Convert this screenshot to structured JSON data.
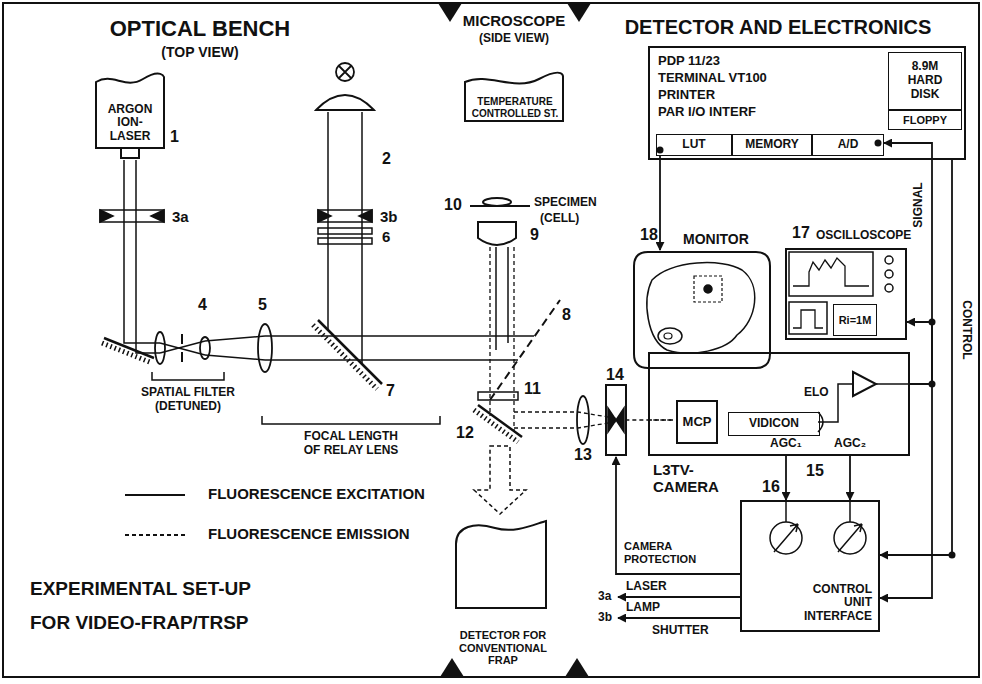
{
  "diagram": {
    "title": "EXPERIMENTAL SET-UP FOR VIDEO-FRAP/TRSP",
    "nodes": [
      {
        "text": [
          "ARGON ION- LASER"
        ]
      },
      {
        "text": [
          "TEMPERATURE CONTROLLED ST."
        ]
      },
      {
        "text": [
          "DETECTOR FOR CONVENTIONAL FRAP"
        ]
      },
      {
        "text": [
          "PDP 11/23",
          "TERMINAL VT100",
          "PRINTER",
          "PAR I/O INTERF"
        ]
      },
      {
        "text": [
          "8.9M HARD DISK"
        ],
        "in": 3
      },
      {
        "text": [
          "FLOPPY"
        ],
        "in": 3
      },
      {
        "text": [
          "LUT"
        ],
        "in": 3
      },
      {
        "text": [
          "MEMORY"
        ],
        "in": 3
      },
      {
        "text": [
          "A/D"
        ],
        "in": 3
      },
      {
        "text": [
          "MONITOR"
        ]
      },
      {
        "text": [
          "OSCILLOSCOPE"
        ]
      },
      {
        "text": [
          "Ri=1M"
        ],
        "in": 10
      },
      {
        "text": [
          "L3TV- CAMERA"
        ]
      },
      {
        "text": [
          "MCP"
        ],
        "in": 12
      },
      {
        "text": [
          "VIDICON"
        ],
        "in": 12
      },
      {
        "text": [
          "CONTROL UNIT INTERFACE"
        ]
      }
    ],
    "edges": [
      {
        "from": 6,
        "to": 9,
        "arrow": "to"
      },
      {
        "from": 12,
        "to": 8,
        "arrow": "to",
        "label": "SIGNAL"
      },
      {
        "from": 12,
        "to": 10,
        "arrow": "to"
      },
      {
        "from": 3,
        "to": 15,
        "arrow": "to",
        "label": "CONTROL"
      },
      {
        "from": 12,
        "to": 15,
        "arrow": "to"
      },
      {
        "from": 12,
        "to": 15,
        "arrow": "to"
      },
      {
        "from": 12,
        "to": 15,
        "arrow": "to"
      }
    ],
    "labels": [
      "OPTICAL BENCH",
      "(TOP VIEW)",
      "MICROSCOPE",
      "(SIDE VIEW)",
      "DETECTOR AND ELECTRONICS",
      "1",
      "3a",
      "2",
      "3b",
      "6",
      "4",
      "5",
      "7",
      "SPATIAL FILTER (DETUNED)",
      "FOCAL LENGTH OF RELAY LENS",
      "10",
      "SPECIMEN",
      "(CELL)",
      "9",
      "8",
      "11",
      "12",
      "13",
      "14",
      "18",
      "17",
      "ELO",
      "AGC₁",
      "AGC₂",
      "15",
      "16",
      "CAMERA PROTECTION",
      "3a",
      "LASER",
      "3b",
      "LAMP",
      "SHUTTER"
    ],
    "legend": [
      {
        "text": "FLUORESCENCE EXCITATION"
      },
      {
        "text": "FLUORESCENCE EMISSION"
      }
    ]
  }
}
